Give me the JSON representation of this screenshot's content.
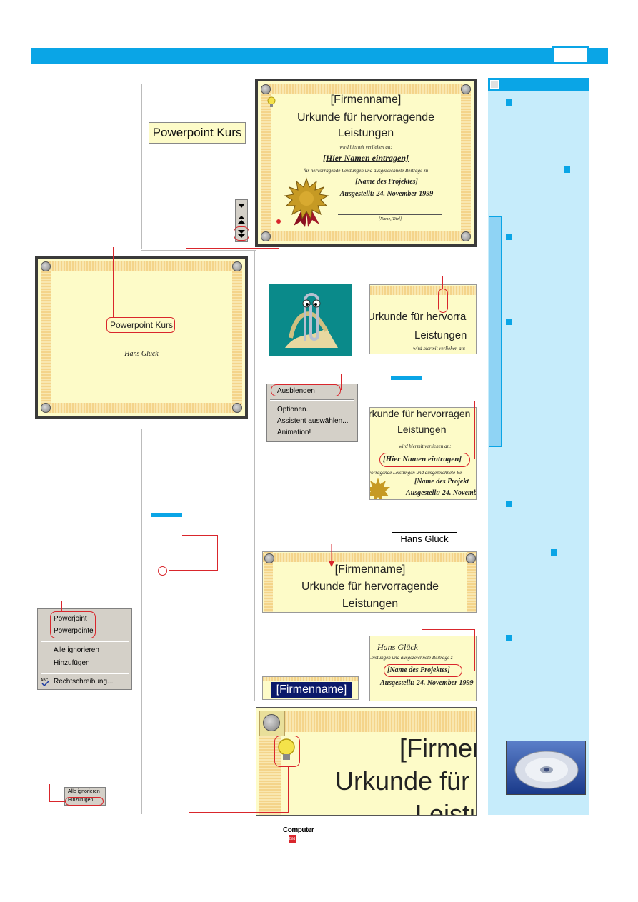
{
  "header": {
    "page_number": ""
  },
  "powerpoint_label": "Powerpoint Kurs",
  "main_certificate": {
    "company": "[Firmenname]",
    "title_line1": "Urkunde für hervorragende",
    "title_line2": "Leistungen",
    "presented_to": "wird hiermit verliehen an:",
    "name_placeholder": "[Hier Namen eintragen]",
    "for_line": "für hervorragende Leistungen und ausgezeichnete Beiträge zu",
    "project": "[Name des Projektes]",
    "issued": "Ausgestellt: 24. November 1999",
    "signature": "[Name, Titel]"
  },
  "second_certificate": {
    "course": "Powerpoint Kurs",
    "person": "Hans Glück"
  },
  "crop_title": {
    "line1": "Urkunde für hervorra",
    "line2": "Leistungen",
    "line3": "wird hiermit verliehen an:"
  },
  "assistant_menu": {
    "items": [
      "Ausblenden",
      "Optionen...",
      "Assistent auswählen...",
      "Animation!"
    ]
  },
  "crop_name": {
    "line1": "rkunde für hervorragen",
    "line2": "Leistungen",
    "line3": "wird hiermit verliehen an:",
    "name": "[Hier Namen eintragen]",
    "line5": "vorragende Leistungen und ausgezeichnete Be",
    "project": "[Name des Projekt",
    "issued": "Ausgestellt: 24. Novemb"
  },
  "hans_label": "Hans Glück",
  "crop_company": {
    "company": "[Firmenname]",
    "line1": "Urkunde für hervorragende",
    "line2": "Leistungen"
  },
  "spell_menu": {
    "items": [
      "Powerjoint",
      "Powerpointe",
      "Alle ignorieren",
      "Hinzufügen",
      "Rechtschreibung..."
    ]
  },
  "crop_project": {
    "name": "Hans Glück",
    "line2": "Leistungen und ausgezeichnete Beiträge z",
    "project": "[Name des Projektes]",
    "issued": "Ausgestellt: 24. November 1999"
  },
  "firmenname_selected": "[Firmenname]",
  "big_crop": {
    "line1": "[Firmen",
    "line2": "Urkunde für h",
    "line3": "Leistun"
  },
  "small_menu": {
    "item1": "Alle ignorieren",
    "item2": "Hinzufügen"
  },
  "footer": {
    "logo_top": "Computer",
    "logo_bottom": "Bild"
  },
  "colors": {
    "accent": "#0aa5e6",
    "sidebar": "#c6ecfb",
    "highlight": "#d9262c",
    "certificate": "#fdfbc8"
  }
}
